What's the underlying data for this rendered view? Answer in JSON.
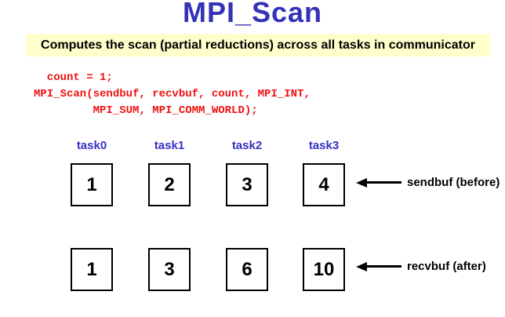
{
  "slide": {
    "title": "MPI_Scan",
    "subtitle": "Computes the scan (partial reductions) across all tasks in communicator",
    "code": {
      "line1": "  count = 1;",
      "line2": "MPI_Scan(sendbuf, recvbuf, count, MPI_INT,",
      "line3": "         MPI_SUM, MPI_COMM_WORLD);"
    },
    "tasks": [
      "task0",
      "task1",
      "task2",
      "task3"
    ],
    "send_row": {
      "values": [
        "1",
        "2",
        "3",
        "4"
      ],
      "label": "sendbuf (before)"
    },
    "recv_row": {
      "values": [
        "1",
        "3",
        "6",
        "10"
      ],
      "label": "recvbuf (after)"
    },
    "colors": {
      "title_blue": "#3432b8",
      "task_blue": "#3432c0",
      "code_red": "#ee1111",
      "highlight_yellow": "#ffffcc",
      "box_border": "#000000"
    }
  }
}
